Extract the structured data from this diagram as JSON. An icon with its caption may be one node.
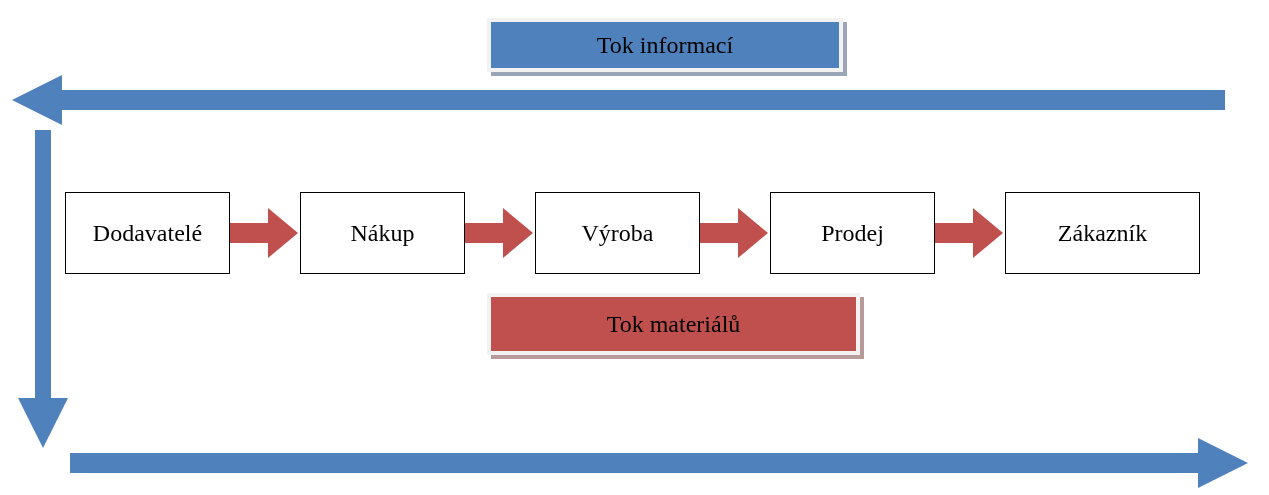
{
  "diagram": {
    "nodes": [
      {
        "text": [
          "Tok informací"
        ]
      },
      {
        "text": [
          "Dodavatelé"
        ]
      },
      {
        "text": [
          "Nákup"
        ]
      },
      {
        "text": [
          "Výroba"
        ]
      },
      {
        "text": [
          "Prodej"
        ]
      },
      {
        "text": [
          "Zákazník"
        ]
      },
      {
        "text": [
          "Tok materiálů"
        ]
      }
    ],
    "edges": [
      {
        "from": 1,
        "to": 2,
        "arrow": "to"
      },
      {
        "from": 2,
        "to": 3,
        "arrow": "to"
      },
      {
        "from": 3,
        "to": 4,
        "arrow": "to"
      },
      {
        "from": 4,
        "to": 5,
        "arrow": "to"
      }
    ]
  }
}
